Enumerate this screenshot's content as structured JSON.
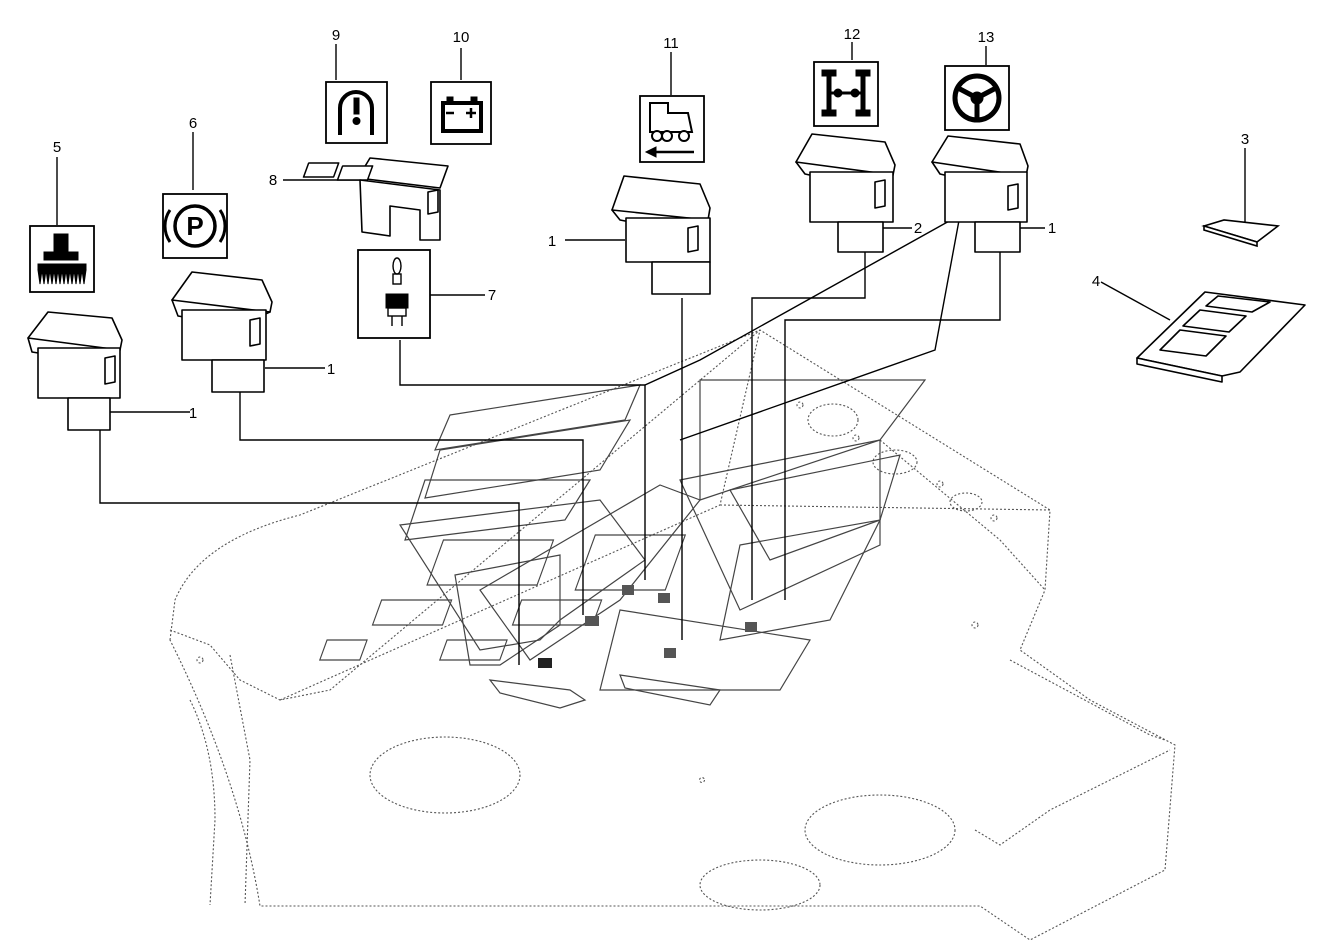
{
  "callouts": {
    "c1_right": "1",
    "c1_mid": "1",
    "c1_left_a": "1",
    "c1_left_b": "1",
    "c2": "2",
    "c3": "3",
    "c4": "4",
    "c5": "5",
    "c6": "6",
    "c7": "7",
    "c8": "8",
    "c9": "9",
    "c10": "10",
    "c11": "11",
    "c12": "12",
    "c13": "13"
  },
  "symbols": {
    "parking_brake_letter": "P",
    "symbol_5": "implement-lift-icon",
    "symbol_6": "parking-brake-icon",
    "symbol_7": "bulb-relay-icon",
    "symbol_9": "pressure-warning-icon",
    "symbol_10": "battery-icon",
    "symbol_11": "trailer-reverse-icon",
    "symbol_12": "four-wheel-drive-icon",
    "symbol_13": "steering-wheel-icon"
  }
}
